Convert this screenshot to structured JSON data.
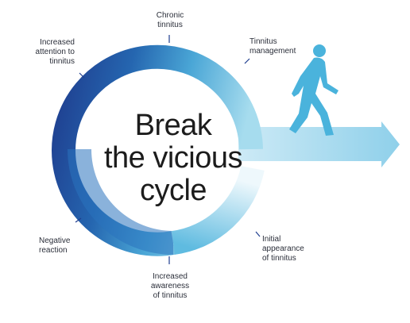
{
  "diagram": {
    "center_text": "Break\nthe vicious\ncycle",
    "stages": [
      {
        "id": "chronic",
        "label": "Chronic\ntinnitus"
      },
      {
        "id": "management",
        "label": "Tinnitus\nmanagement"
      },
      {
        "id": "initial",
        "label": "Initial\nappearance\nof tinnitus"
      },
      {
        "id": "awareness",
        "label": "Increased\nawareness\nof tinnitus"
      },
      {
        "id": "negative",
        "label": "Negative\nreaction"
      },
      {
        "id": "attention",
        "label": "Increased\nattention to\ntinnitus"
      }
    ],
    "colors": {
      "ring_dark": "#1f3e8f",
      "ring_mid": "#2d7fc4",
      "ring_light": "#7ccbe3",
      "ring_fade": "#e6f5fb",
      "arrow": "#a9dcef",
      "figure": "#4ab3dc",
      "text": "#2b2f3a"
    }
  }
}
